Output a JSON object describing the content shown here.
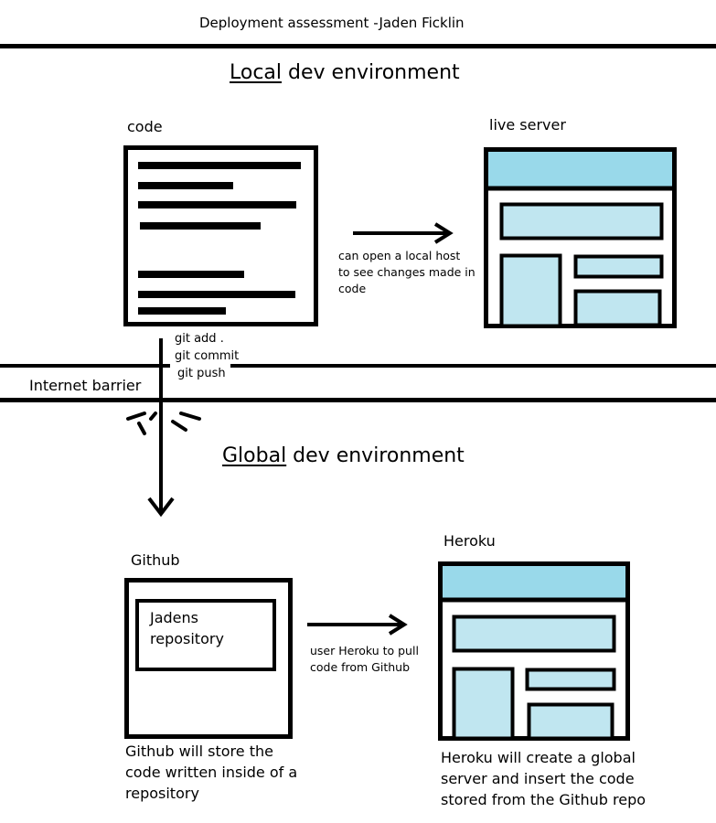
{
  "title": "Deployment assessment -Jaden Ficklin",
  "local": {
    "heading_underlined": "Local",
    "heading_rest": " dev environment",
    "code_label": "code",
    "server_label": "live server",
    "arrow_note_lines": [
      "can open a local host",
      "to see changes made in",
      "code"
    ]
  },
  "git": {
    "commands": [
      "git add .",
      "git commit",
      "git push"
    ]
  },
  "barrier": {
    "label": "Internet barrier"
  },
  "global": {
    "heading_underlined": "Global",
    "heading_rest": " dev environment",
    "github_label": "Github",
    "repo_lines": [
      "Jadens",
      "repository"
    ],
    "arrow_note_lines": [
      "user Heroku to pull",
      "code from Github"
    ],
    "heroku_label": "Heroku",
    "github_desc_lines": [
      "Github will store the",
      "code written inside of a",
      "repository"
    ],
    "heroku_desc_lines": [
      "Heroku will create a global",
      "server and insert the code",
      "stored from the Github repo"
    ]
  },
  "colors": {
    "ink": "#000000",
    "header_fill": "#99d9ea",
    "panel_fill": "#c0e6f0",
    "page": "#ffffff"
  }
}
